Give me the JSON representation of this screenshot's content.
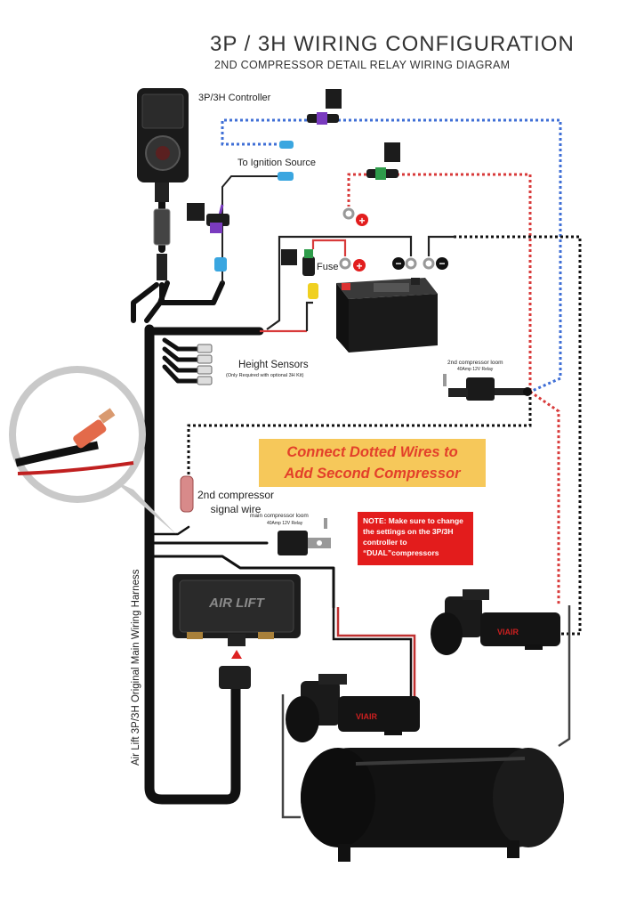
{
  "title": "3P / 3H WIRING CONFIGURATION",
  "subtitle": "2ND COMPRESSOR DETAIL RELAY WIRING DIAGRAM",
  "labels": {
    "controller": "3P/3H Controller",
    "ignition": "To Ignition Source",
    "fuse": "Fuse",
    "height_sensors": "Height Sensors",
    "height_sensors_note": "(Only Required with optional 3H Kit)",
    "second_loom": "2nd compressor loom",
    "second_loom_relay": "40Amp 12V Relay",
    "signal_wire_line1": "2nd compressor",
    "signal_wire_line2": "signal wire",
    "main_loom": "main compressor loom",
    "main_loom_relay": "40Amp 12V Relay",
    "harness": "Air Lift 3P/3H Original Main Wiring Harness"
  },
  "callout": {
    "line1": "Connect Dotted Wires to",
    "line2": "Add Second Compressor"
  },
  "note": "NOTE: Make sure to change the settings on the 3P/3H controller to “DUAL”compressors",
  "brands": {
    "manifold": "AIR LIFT",
    "compressor": "VIAIR"
  },
  "terminals": {
    "positive": "+",
    "negative": "−"
  },
  "colors": {
    "blue_wire": "#3f6fd6",
    "red_wire": "#d83a3a",
    "black_wire": "#111111",
    "callout_bg": "#f6c85a",
    "callout_text": "#e3402a",
    "note_bg": "#e31c1c"
  }
}
